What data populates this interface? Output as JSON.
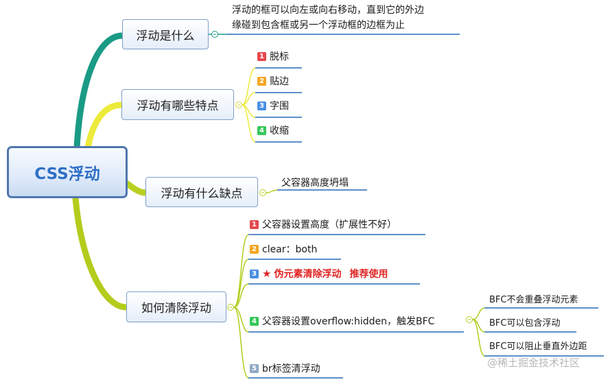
{
  "central": "CSS浮动",
  "topics": {
    "what": "浮动是什么",
    "traits": "浮动有哪些特点",
    "flaws": "浮动有什么缺点",
    "clear": "如何清除浮动"
  },
  "what_desc": [
    "浮动的框可以向左或向右移动，直到它的外边",
    "缘碰到包含框或另一个浮动框的边框为止"
  ],
  "traits": [
    "脱标",
    "贴边",
    "字围",
    "收缩"
  ],
  "flaws": [
    "父容器高度坍塌"
  ],
  "clear_methods": {
    "m1": "父容器设置高度（扩展性不好）",
    "m2": "clear：both",
    "m3_a": "伪元素清除浮动",
    "m3_b": "推荐使用",
    "m4": "父容器设置overflow:hidden，触发BFC",
    "m5": "br标签清浮动"
  },
  "bfc": [
    "BFC不会重叠浮动元素",
    "BFC可以包含浮动",
    "BFC可以阻止垂直外边距"
  ],
  "markers": [
    "1",
    "2",
    "3",
    "4",
    "5"
  ],
  "watermark": "@稀土掘金技术社区",
  "colors": {
    "teal": "#1a9b86",
    "yellow": "#ecea3a",
    "olive": "#b3cc1c",
    "underline": "#5d8fc9",
    "star": "#e02424"
  }
}
